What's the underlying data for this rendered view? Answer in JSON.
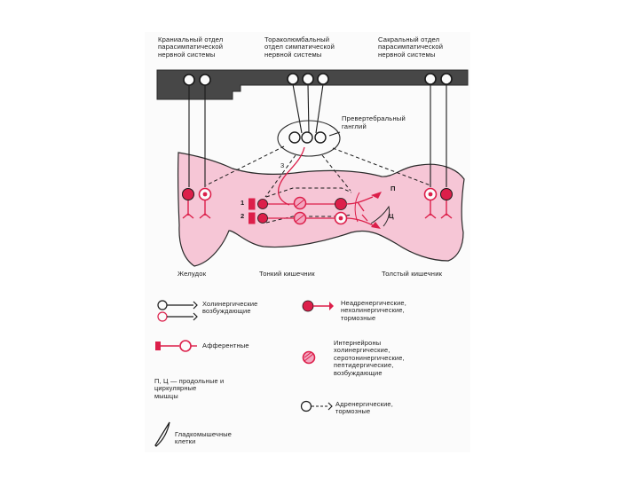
{
  "header": {
    "cranial": "Краниальный отдел\nпарасимпатической\nнервной системы",
    "thoracolumbar": "Тораколюмбальный\nотдел симпатической\nнервной системы",
    "sacral": "Сакральный отдел\nпарасимпатической\nнервной системы"
  },
  "diagram": {
    "prevertebral_ganglion": "Превертебральный\nганглий",
    "label_3": "3",
    "label_1": "1",
    "label_2": "2",
    "label_p": "П",
    "label_c": "Ц",
    "stomach": "Желудок",
    "small_intestine": "Тонкий кишечник",
    "large_intestine": "Толстый кишечник"
  },
  "legend": {
    "cholinergic": "Холинергические\nвозбуждающие",
    "afferent": "Афферентные",
    "muscles": "П, Ц — продольные и\nциркулярные\nмышцы",
    "smooth_muscle": "Гладкомышечные\nклетки",
    "nonadrenergic": "Неадренергические,\nнехолинергические,\nтормозные",
    "interneurons": "Интернейроны\nхолинергические,\nсеротонинергические,\nпептидергические,\nвозбуждающие",
    "adrenergic": "Адренергические,\nтормозные"
  },
  "colors": {
    "neuron_red": "#dc1f4a",
    "gut_pink": "#f6c6d6",
    "outline": "#2a2a2a",
    "spinal_bar": "#4a4a4a"
  }
}
